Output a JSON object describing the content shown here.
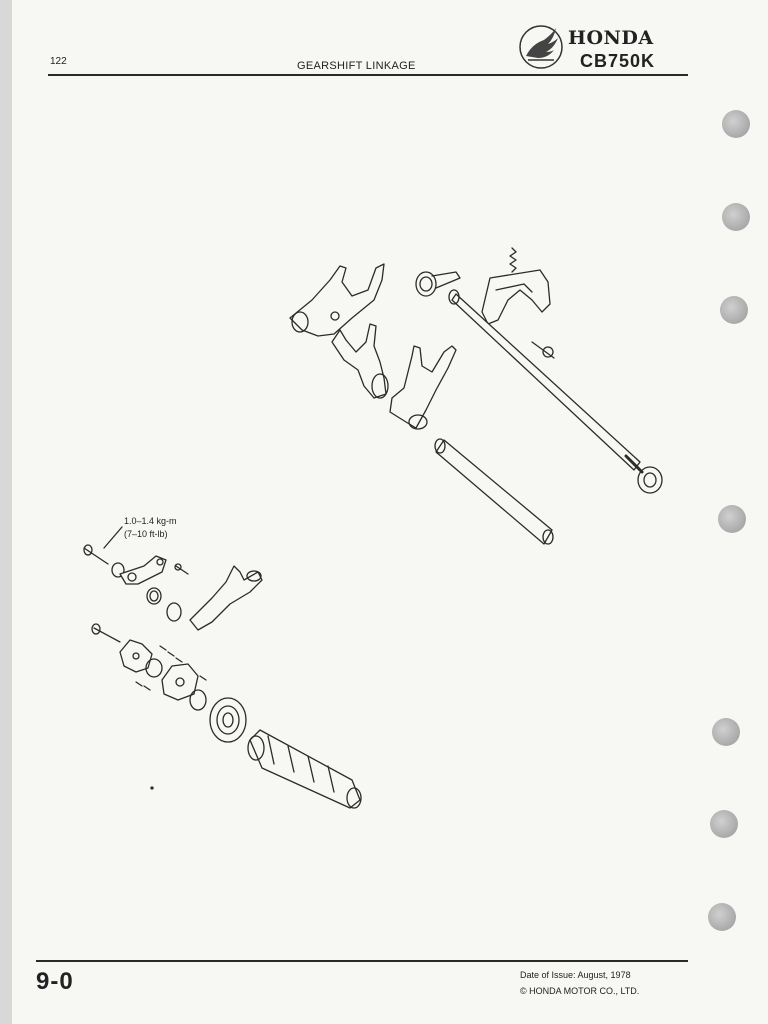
{
  "header": {
    "page_number": "122",
    "section_title": "GEARSHIFT LINKAGE",
    "brand": "HONDA",
    "model": "CB750K"
  },
  "diagram": {
    "torque_metric": "1.0–1.4 kg-m",
    "torque_imperial": "(7–10 ft-lb)"
  },
  "footer": {
    "section_code": "9-0",
    "issue_date": "Date of Issue:  August, 1978",
    "copyright": "© HONDA MOTOR CO., LTD."
  }
}
